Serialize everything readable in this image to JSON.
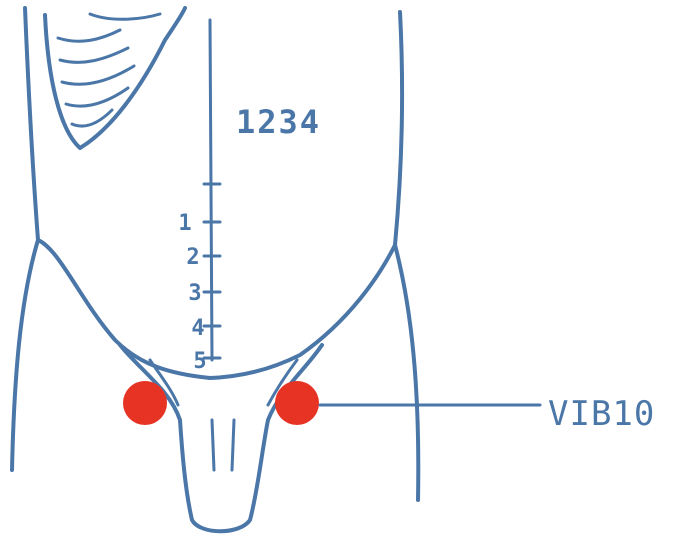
{
  "figure": {
    "top_scale_label": "1234",
    "scale_numbers": [
      "1",
      "2",
      "3",
      "4",
      "5"
    ],
    "point_label": "VIB10",
    "colors": {
      "ink": "#4a76a8",
      "point": "#e63324"
    },
    "acupoints": [
      {
        "side": "left"
      },
      {
        "side": "right"
      }
    ]
  }
}
